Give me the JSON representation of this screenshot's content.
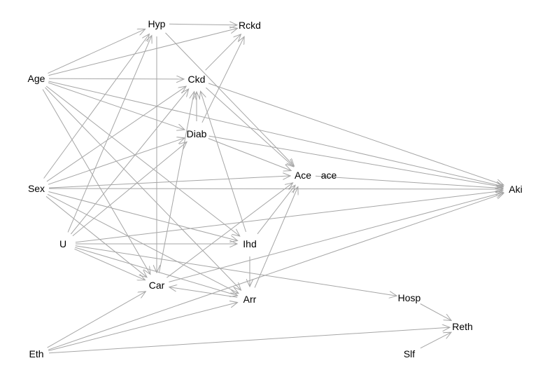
{
  "diagram": {
    "nodes": [
      {
        "id": "Hyp",
        "label": "Hyp"
      },
      {
        "id": "Rckd",
        "label": "Rckd"
      },
      {
        "id": "Age",
        "label": "Age"
      },
      {
        "id": "Ckd",
        "label": "Ckd"
      },
      {
        "id": "Diab",
        "label": "Diab"
      },
      {
        "id": "Ace",
        "label": "Ace"
      },
      {
        "id": "Sex",
        "label": "Sex"
      },
      {
        "id": "Aki",
        "label": "Aki"
      },
      {
        "id": "U",
        "label": "U"
      },
      {
        "id": "Ihd",
        "label": "Ihd"
      },
      {
        "id": "Car",
        "label": "Car"
      },
      {
        "id": "Arr",
        "label": "Arr"
      },
      {
        "id": "Hosp",
        "label": "Hosp"
      },
      {
        "id": "Reth",
        "label": "Reth"
      },
      {
        "id": "Eth",
        "label": "Eth"
      },
      {
        "id": "Slf",
        "label": "Slf"
      }
    ],
    "edges": [
      {
        "from": "Hyp",
        "to": "Rckd"
      },
      {
        "from": "Hyp",
        "to": "Car"
      },
      {
        "from": "Hyp",
        "to": "Ace"
      },
      {
        "from": "Age",
        "to": "Hyp"
      },
      {
        "from": "Age",
        "to": "Rckd"
      },
      {
        "from": "Age",
        "to": "Ckd"
      },
      {
        "from": "Age",
        "to": "Diab"
      },
      {
        "from": "Age",
        "to": "Aki"
      },
      {
        "from": "Age",
        "to": "Ihd"
      },
      {
        "from": "Age",
        "to": "Arr"
      },
      {
        "from": "Age",
        "to": "Car"
      },
      {
        "from": "Ckd",
        "to": "Rckd"
      },
      {
        "from": "Ckd",
        "to": "Ace"
      },
      {
        "from": "Ckd",
        "to": "Aki"
      },
      {
        "from": "Diab",
        "to": "Ckd"
      },
      {
        "from": "Diab",
        "to": "Rckd"
      },
      {
        "from": "Diab",
        "to": "Ace"
      },
      {
        "from": "Diab",
        "to": "Aki"
      },
      {
        "from": "Ace",
        "to": "Aki",
        "label": "ace"
      },
      {
        "from": "Sex",
        "to": "Hyp"
      },
      {
        "from": "Sex",
        "to": "Ckd"
      },
      {
        "from": "Sex",
        "to": "Diab"
      },
      {
        "from": "Sex",
        "to": "Ace"
      },
      {
        "from": "Sex",
        "to": "Aki"
      },
      {
        "from": "Sex",
        "to": "Ihd"
      },
      {
        "from": "Sex",
        "to": "Arr"
      },
      {
        "from": "Sex",
        "to": "Car"
      },
      {
        "from": "U",
        "to": "Hyp"
      },
      {
        "from": "U",
        "to": "Ckd"
      },
      {
        "from": "U",
        "to": "Diab"
      },
      {
        "from": "U",
        "to": "Ihd"
      },
      {
        "from": "U",
        "to": "Aki"
      },
      {
        "from": "U",
        "to": "Car"
      },
      {
        "from": "U",
        "to": "Arr"
      },
      {
        "from": "U",
        "to": "Hosp"
      },
      {
        "from": "Ihd",
        "to": "Ckd"
      },
      {
        "from": "Ihd",
        "to": "Ace"
      },
      {
        "from": "Ihd",
        "to": "Arr"
      },
      {
        "from": "Car",
        "to": "Ckd"
      },
      {
        "from": "Car",
        "to": "Ace"
      },
      {
        "from": "Car",
        "to": "Aki"
      },
      {
        "from": "Arr",
        "to": "Car"
      },
      {
        "from": "Arr",
        "to": "Ace"
      },
      {
        "from": "Hosp",
        "to": "Reth"
      },
      {
        "from": "Eth",
        "to": "Car"
      },
      {
        "from": "Eth",
        "to": "Arr"
      },
      {
        "from": "Eth",
        "to": "Aki"
      },
      {
        "from": "Eth",
        "to": "Reth"
      },
      {
        "from": "Slf",
        "to": "Reth"
      }
    ]
  }
}
